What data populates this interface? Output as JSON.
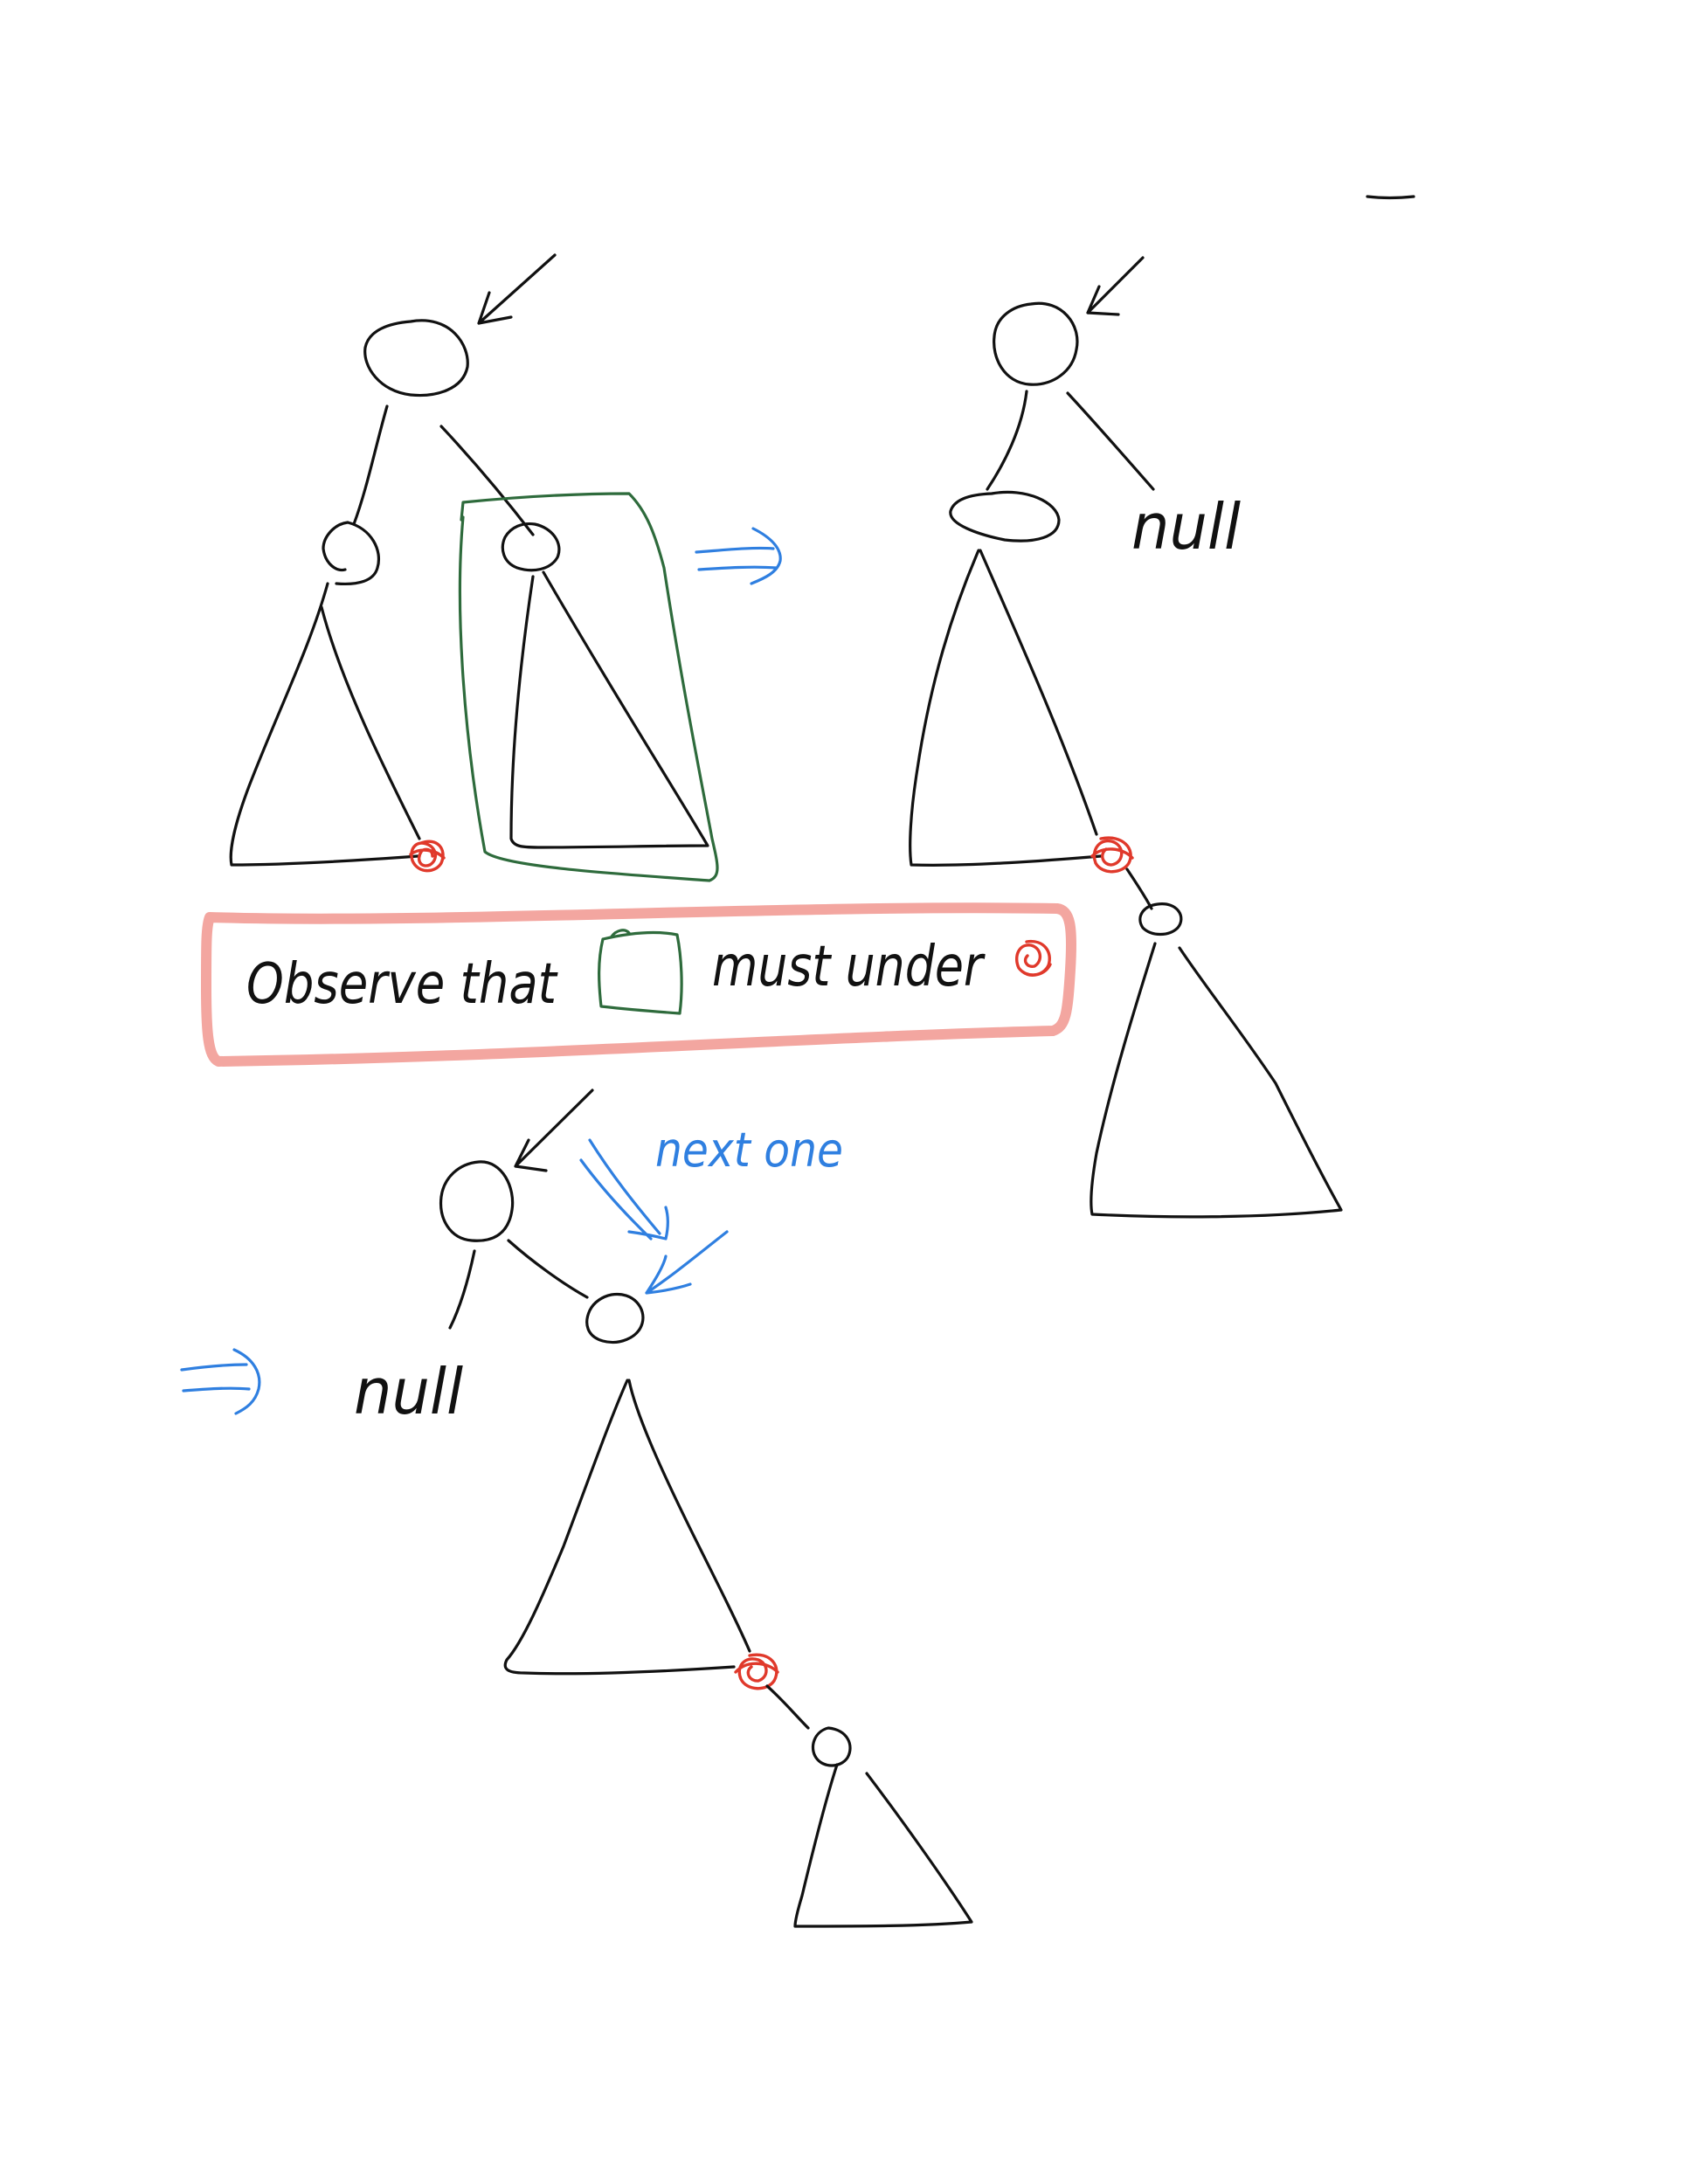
{
  "labels": {
    "null_top_right": "null",
    "null_bottom_left": "null",
    "next_one": "next one",
    "observe_word": "Observe that",
    "must_under_word": "must under"
  },
  "colors": {
    "ink": "#111111",
    "blue": "#2f7fe0",
    "green": "#2e6b3c",
    "pink_highlight": "#f3a6a0",
    "red_marker": "#e0392b"
  }
}
